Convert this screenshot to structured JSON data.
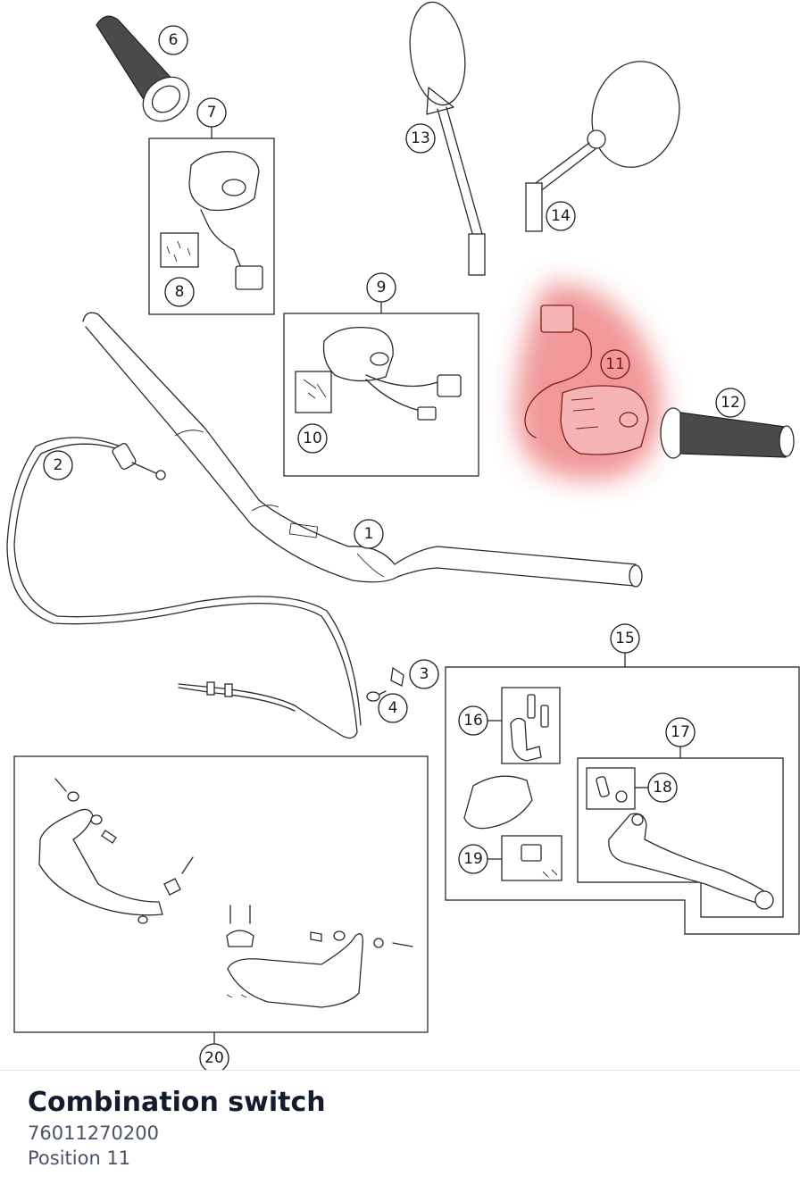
{
  "diagram": {
    "callouts": [
      "1",
      "2",
      "3",
      "4",
      "6",
      "7",
      "8",
      "9",
      "10",
      "11",
      "12",
      "13",
      "14",
      "15",
      "16",
      "17",
      "18",
      "19",
      "20"
    ],
    "highlighted_callout": "11",
    "highlight_color": "#e64646"
  },
  "part": {
    "title": "Combination switch",
    "number": "76011270200",
    "position": "Position 11"
  }
}
